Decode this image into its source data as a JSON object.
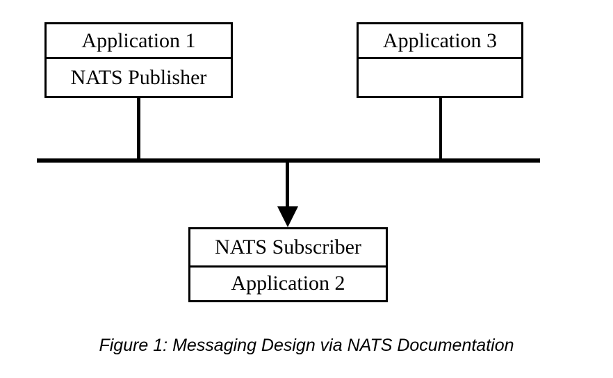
{
  "figure": {
    "caption": "Figure 1: Messaging Design via NATS Documentation",
    "background_color": "#ffffff",
    "line_color": "#000000"
  },
  "diagram": {
    "type": "block-diagram",
    "nodes": [
      {
        "id": "app1",
        "top_label": "Application 1",
        "bottom_label": "NATS Publisher",
        "role": "publisher"
      },
      {
        "id": "app3",
        "top_label": "Application 3",
        "bottom_label": "",
        "role": "unconnected-peer"
      },
      {
        "id": "app2",
        "top_label": "NATS Subscriber",
        "bottom_label": "Application 2",
        "role": "subscriber"
      }
    ],
    "bus": {
      "label": "",
      "description": "message-bus"
    },
    "connectors": [
      {
        "from": "app1",
        "to": "bus",
        "arrow": false
      },
      {
        "from": "app3",
        "to": "bus",
        "arrow": false
      },
      {
        "from": "bus",
        "to": "app2",
        "arrow": true
      }
    ]
  }
}
